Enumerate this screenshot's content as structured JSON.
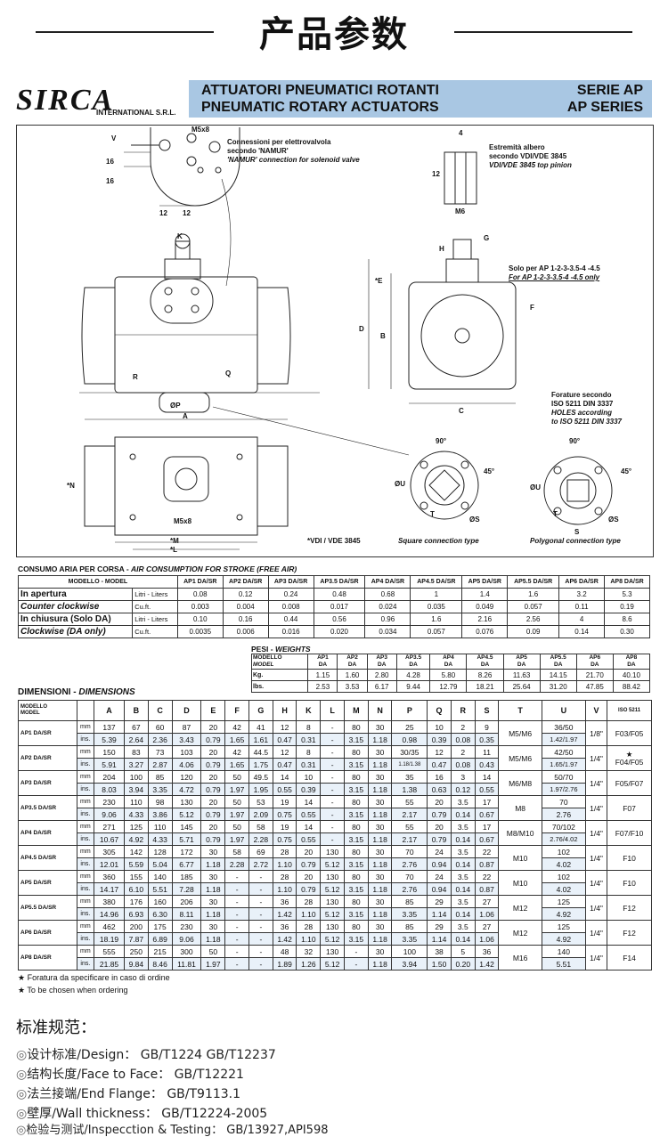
{
  "page_title": "产品参数",
  "logo": {
    "main": "SIRCA",
    "sub": "INTERNATIONAL S.R.L."
  },
  "header": {
    "line1": "ATTUATORI PNEUMATICI ROTANTI",
    "line2": "PNEUMATIC ROTARY ACTUATORS",
    "series1": "SERIE AP",
    "series2": "AP SERIES"
  },
  "drawing": {
    "namur_it": "Connessioni per elettrovalvola",
    "namur_it2": "secondo 'NAMUR'",
    "namur_en": "'NAMUR' connection for solenoid valve",
    "shaft_it": "Estremità albero",
    "shaft_it2": "secondo VDI/VDE 3845",
    "shaft_en": "VDI/VDE 3845 top pinion",
    "solo_it": "Solo per AP 1-2-3-3.5-4 -4.5",
    "solo_en": "For AP 1-2-3-3.5-4 -4.5 only",
    "holes_it": "Forature secondo",
    "holes_it2": "ISO 5211 DIN 3337",
    "holes_en": "HOLES according",
    "holes_en2": "to ISO 5211 DIN 3337",
    "vdi": "*VDI / VDE 3845",
    "square": "Square connection type",
    "polygonal": "Polygonal connection type",
    "labels": {
      "V": "V",
      "M5x8": "M5x8",
      "d16a": "16",
      "d16b": "16",
      "d12a": "12",
      "d12b": "12",
      "K": "K",
      "R": "R",
      "Q": "Q",
      "P": "ØP",
      "A": "A",
      "four": "4",
      "twelve": "12",
      "M6": "M6",
      "H": "H",
      "G": "G",
      "E": "*E",
      "D": "D",
      "B": "B",
      "F": "F",
      "C": "C",
      "N": "*N",
      "M": "*M",
      "L": "*L",
      "M5x8b": "M5x8",
      "deg90a": "90°",
      "deg45a": "45°",
      "U": "ØU",
      "T": "T",
      "S": "ØS",
      "deg90b": "90°",
      "deg45b": "45°",
      "U2": "ØU",
      "T2": "T",
      "S2": "ØS",
      "S3": "S"
    }
  },
  "air": {
    "title_it": "CONSUMO ARIA PER CORSA - ",
    "title_en": "AIR CONSUMPTION FOR STROKE (FREE AIR)",
    "header_model": "MODELLO - MODEL",
    "columns": [
      "AP1 DA/SR",
      "AP2 DA/SR",
      "AP3 DA/SR",
      "AP3.5 DA/SR",
      "AP4 DA/SR",
      "AP4.5 DA/SR",
      "AP5 DA/SR",
      "AP5.5 DA/SR",
      "AP6 DA/SR",
      "AP8 DA/SR"
    ],
    "rows": [
      {
        "label": "In apertura",
        "italic": false,
        "unit": "Litri - Liters",
        "values": [
          "0.08",
          "0.12",
          "0.24",
          "0.48",
          "0.68",
          "1",
          "1.4",
          "1.6",
          "3.2",
          "5.3"
        ]
      },
      {
        "label": "Counter clockwise",
        "italic": true,
        "unit": "Cu.ft.",
        "values": [
          "0.003",
          "0.004",
          "0.008",
          "0.017",
          "0.024",
          "0.035",
          "0.049",
          "0.057",
          "0.11",
          "0.19"
        ]
      },
      {
        "label": "In chiusura (Solo DA)",
        "italic": false,
        "unit": "Litri - Liters",
        "values": [
          "0.10",
          "0.16",
          "0.44",
          "0.56",
          "0.96",
          "1.6",
          "2.16",
          "2.56",
          "4",
          "8.6"
        ]
      },
      {
        "label": "Clockwise (DA only)",
        "italic": true,
        "unit": "Cu.ft.",
        "values": [
          "0.0035",
          "0.006",
          "0.016",
          "0.020",
          "0.034",
          "0.057",
          "0.076",
          "0.09",
          "0.14",
          "0.30"
        ]
      }
    ]
  },
  "weights": {
    "title_it": "PESI - ",
    "title_en": "WEIGHTS",
    "model_it": "MODELLO",
    "model_en": "MODEL",
    "columns": [
      [
        "AP1",
        "DA"
      ],
      [
        "AP2",
        "DA"
      ],
      [
        "AP3",
        "DA"
      ],
      [
        "AP3.5",
        "DA"
      ],
      [
        "AP4",
        "DA"
      ],
      [
        "AP4.5",
        "DA"
      ],
      [
        "AP5",
        "DA"
      ],
      [
        "AP5.5",
        "DA"
      ],
      [
        "AP6",
        "DA"
      ],
      [
        "AP8",
        "DA"
      ]
    ],
    "rows": [
      {
        "unit": "Kg.",
        "values": [
          "1.15",
          "1.60",
          "2.80",
          "4.28",
          "5.80",
          "8.26",
          "11.63",
          "14.15",
          "21.70",
          "40.10"
        ]
      },
      {
        "unit": "lbs.",
        "values": [
          "2.53",
          "3.53",
          "6.17",
          "9.44",
          "12.79",
          "18.21",
          "25.64",
          "31.20",
          "47.85",
          "88.42"
        ]
      }
    ]
  },
  "dimensions": {
    "title_it": "DIMENSIONI - ",
    "title_en": "DIMENSIONS",
    "model_it": "MODELLO",
    "model_en": "MODEL",
    "columns": [
      "A",
      "B",
      "C",
      "D",
      "E",
      "F",
      "G",
      "H",
      "K",
      "L",
      "M",
      "N",
      "P",
      "Q",
      "R",
      "S",
      "T",
      "U",
      "V",
      "ISO 5211"
    ],
    "models": [
      {
        "name": "AP1 DA/SR",
        "mm": [
          "137",
          "67",
          "60",
          "87",
          "20",
          "42",
          "41",
          "12",
          "8",
          "-",
          "80",
          "30",
          "25",
          "10",
          "2",
          "9"
        ],
        "ins": [
          "5.39",
          "2.64",
          "2.36",
          "3.43",
          "0.79",
          "1.65",
          "1.61",
          "0.47",
          "0.31",
          "-",
          "3.15",
          "1.18",
          "0.98",
          "0.39",
          "0.08",
          "0.35"
        ],
        "T": "M5/M6",
        "U_mm": "36/50",
        "U_ins": "1.42/1.97",
        "V": "1/8\"",
        "iso": "F03/F05",
        "star": ""
      },
      {
        "name": "AP2 DA/SR",
        "mm": [
          "150",
          "83",
          "73",
          "103",
          "20",
          "42",
          "44.5",
          "12",
          "8",
          "-",
          "80",
          "30",
          "30/35",
          "12",
          "2",
          "11"
        ],
        "ins": [
          "5.91",
          "3.27",
          "2.87",
          "4.06",
          "0.79",
          "1.65",
          "1.75",
          "0.47",
          "0.31",
          "-",
          "3.15",
          "1.18",
          "1.18/1.38",
          "0.47",
          "0.08",
          "0.43"
        ],
        "T": "M5/M6",
        "U_mm": "42/50",
        "U_ins": "1.65/1.97",
        "V": "1/4\"",
        "iso": "F04/F05",
        "star": "★"
      },
      {
        "name": "AP3 DA/SR",
        "mm": [
          "204",
          "100",
          "85",
          "120",
          "20",
          "50",
          "49.5",
          "14",
          "10",
          "-",
          "80",
          "30",
          "35",
          "16",
          "3",
          "14"
        ],
        "ins": [
          "8.03",
          "3.94",
          "3.35",
          "4.72",
          "0.79",
          "1.97",
          "1.95",
          "0.55",
          "0.39",
          "-",
          "3.15",
          "1.18",
          "1.38",
          "0.63",
          "0.12",
          "0.55"
        ],
        "T": "M6/M8",
        "U_mm": "50/70",
        "U_ins": "1.97/2.76",
        "V": "1/4\"",
        "iso": "F05/F07",
        "star": ""
      },
      {
        "name": "AP3.5 DA/SR",
        "mm": [
          "230",
          "110",
          "98",
          "130",
          "20",
          "50",
          "53",
          "19",
          "14",
          "-",
          "80",
          "30",
          "55",
          "20",
          "3.5",
          "17"
        ],
        "ins": [
          "9.06",
          "4.33",
          "3.86",
          "5.12",
          "0.79",
          "1.97",
          "2.09",
          "0.75",
          "0.55",
          "-",
          "3.15",
          "1.18",
          "2.17",
          "0.79",
          "0.14",
          "0.67"
        ],
        "T": "M8",
        "U_mm": "70",
        "U_ins": "2.76",
        "V": "1/4\"",
        "iso": "F07",
        "star": ""
      },
      {
        "name": "AP4 DA/SR",
        "mm": [
          "271",
          "125",
          "110",
          "145",
          "20",
          "50",
          "58",
          "19",
          "14",
          "-",
          "80",
          "30",
          "55",
          "20",
          "3.5",
          "17"
        ],
        "ins": [
          "10.67",
          "4.92",
          "4.33",
          "5.71",
          "0.79",
          "1.97",
          "2.28",
          "0.75",
          "0.55",
          "-",
          "3.15",
          "1.18",
          "2.17",
          "0.79",
          "0.14",
          "0.67"
        ],
        "T": "M8/M10",
        "U_mm": "70/102",
        "U_ins": "2.76/4.02",
        "V": "1/4\"",
        "iso": "F07/F10",
        "star": ""
      },
      {
        "name": "AP4.5 DA/SR",
        "mm": [
          "305",
          "142",
          "128",
          "172",
          "30",
          "58",
          "69",
          "28",
          "20",
          "130",
          "80",
          "30",
          "70",
          "24",
          "3.5",
          "22"
        ],
        "ins": [
          "12.01",
          "5.59",
          "5.04",
          "6.77",
          "1.18",
          "2.28",
          "2.72",
          "1.10",
          "0.79",
          "5.12",
          "3.15",
          "1.18",
          "2.76",
          "0.94",
          "0.14",
          "0.87"
        ],
        "T": "M10",
        "U_mm": "102",
        "U_ins": "4.02",
        "V": "1/4\"",
        "iso": "F10",
        "star": ""
      },
      {
        "name": "AP5 DA/SR",
        "mm": [
          "360",
          "155",
          "140",
          "185",
          "30",
          "-",
          "-",
          "28",
          "20",
          "130",
          "80",
          "30",
          "70",
          "24",
          "3.5",
          "22"
        ],
        "ins": [
          "14.17",
          "6.10",
          "5.51",
          "7.28",
          "1.18",
          "-",
          "-",
          "1.10",
          "0.79",
          "5.12",
          "3.15",
          "1.18",
          "2.76",
          "0.94",
          "0.14",
          "0.87"
        ],
        "T": "M10",
        "U_mm": "102",
        "U_ins": "4.02",
        "V": "1/4\"",
        "iso": "F10",
        "star": ""
      },
      {
        "name": "AP5.5 DA/SR",
        "mm": [
          "380",
          "176",
          "160",
          "206",
          "30",
          "-",
          "-",
          "36",
          "28",
          "130",
          "80",
          "30",
          "85",
          "29",
          "3.5",
          "27"
        ],
        "ins": [
          "14.96",
          "6.93",
          "6.30",
          "8.11",
          "1.18",
          "-",
          "-",
          "1.42",
          "1.10",
          "5.12",
          "3.15",
          "1.18",
          "3.35",
          "1.14",
          "0.14",
          "1.06"
        ],
        "T": "M12",
        "U_mm": "125",
        "U_ins": "4.92",
        "V": "1/4\"",
        "iso": "F12",
        "star": ""
      },
      {
        "name": "AP6 DA/SR",
        "mm": [
          "462",
          "200",
          "175",
          "230",
          "30",
          "-",
          "-",
          "36",
          "28",
          "130",
          "80",
          "30",
          "85",
          "29",
          "3.5",
          "27"
        ],
        "ins": [
          "18.19",
          "7.87",
          "6.89",
          "9.06",
          "1.18",
          "-",
          "-",
          "1.42",
          "1.10",
          "5.12",
          "3.15",
          "1.18",
          "3.35",
          "1.14",
          "0.14",
          "1.06"
        ],
        "T": "M12",
        "U_mm": "125",
        "U_ins": "4.92",
        "V": "1/4\"",
        "iso": "F12",
        "star": ""
      },
      {
        "name": "AP8 DA/SR",
        "mm": [
          "555",
          "250",
          "215",
          "300",
          "50",
          "-",
          "-",
          "48",
          "32",
          "130",
          "-",
          "30",
          "100",
          "38",
          "5",
          "36"
        ],
        "ins": [
          "21.85",
          "9.84",
          "8.46",
          "11.81",
          "1.97",
          "-",
          "-",
          "1.89",
          "1.26",
          "5.12",
          "-",
          "1.18",
          "3.94",
          "1.50",
          "0.20",
          "1.42"
        ],
        "T": "M16",
        "U_mm": "140",
        "U_ins": "5.51",
        "V": "1/4\"",
        "iso": "F14",
        "star": ""
      }
    ],
    "unit_mm": "mm",
    "unit_ins": "ins."
  },
  "footnotes": [
    {
      "star": "★",
      "text": "Foratura da specificare in caso di ordine"
    },
    {
      "star": "★",
      "text": "To be chosen when ordering"
    }
  ],
  "standards": {
    "title": "标准规范：",
    "items": [
      "设计标准/Design： GB/T1224  GB/T12237",
      "结构长度/Face to Face： GB/T12221",
      "法兰接端/End Flange： GB/T9113.1",
      "壁厚/Wall thickness： GB/T12224-2005",
      "检验与测试/Inspecction & Testing： GB/13927,API598"
    ]
  }
}
